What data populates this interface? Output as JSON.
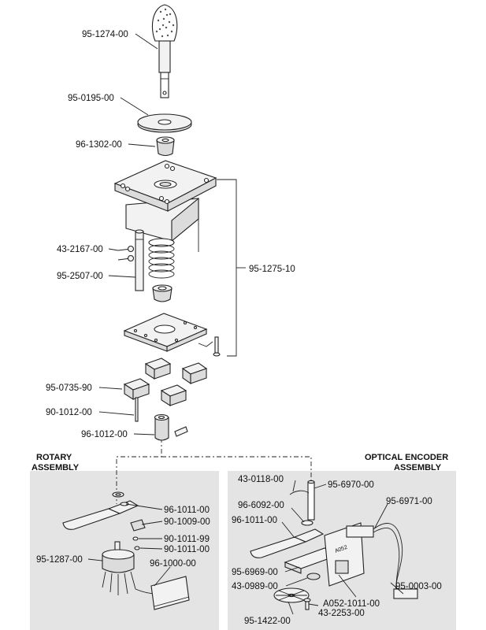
{
  "headings": {
    "rotary": [
      "ROTARY",
      "ASSEMBLY"
    ],
    "optical": [
      "OPTICAL ENCODER",
      "ASSEMBLY"
    ]
  },
  "labels": {
    "handle": "95-1274-00",
    "dust_washer": "95-0195-00",
    "bushing": "96-1302-00",
    "housing_assembly": "95-1275-10",
    "screw": "43-2167-00",
    "shaft": "95-2507-00",
    "switch": "95-0735-90",
    "pin": "90-1012-00",
    "actuator": "96-1012-00",
    "rot_bracket": "96-1011-00",
    "rot_collar": "90-1009-00",
    "rot_washer_a": "90-1011-99",
    "rot_washer_b": "90-1011-00",
    "rot_switch": "95-1287-00",
    "rot_harness": "96-1000-00",
    "opt_clip": "43-0118-00",
    "opt_shaft": "95-6970-00",
    "opt_harness": "95-6971-00",
    "opt_spacer": "96-6092-00",
    "opt_bracket": "96-1011-00",
    "opt_plate": "95-6969-00",
    "opt_nut": "43-0989-00",
    "opt_connector": "95-0003-00",
    "opt_board": "A052-1011-00",
    "opt_wheel": "95-1422-00",
    "opt_screw": "43-2253-00"
  },
  "board_marking": "A052"
}
